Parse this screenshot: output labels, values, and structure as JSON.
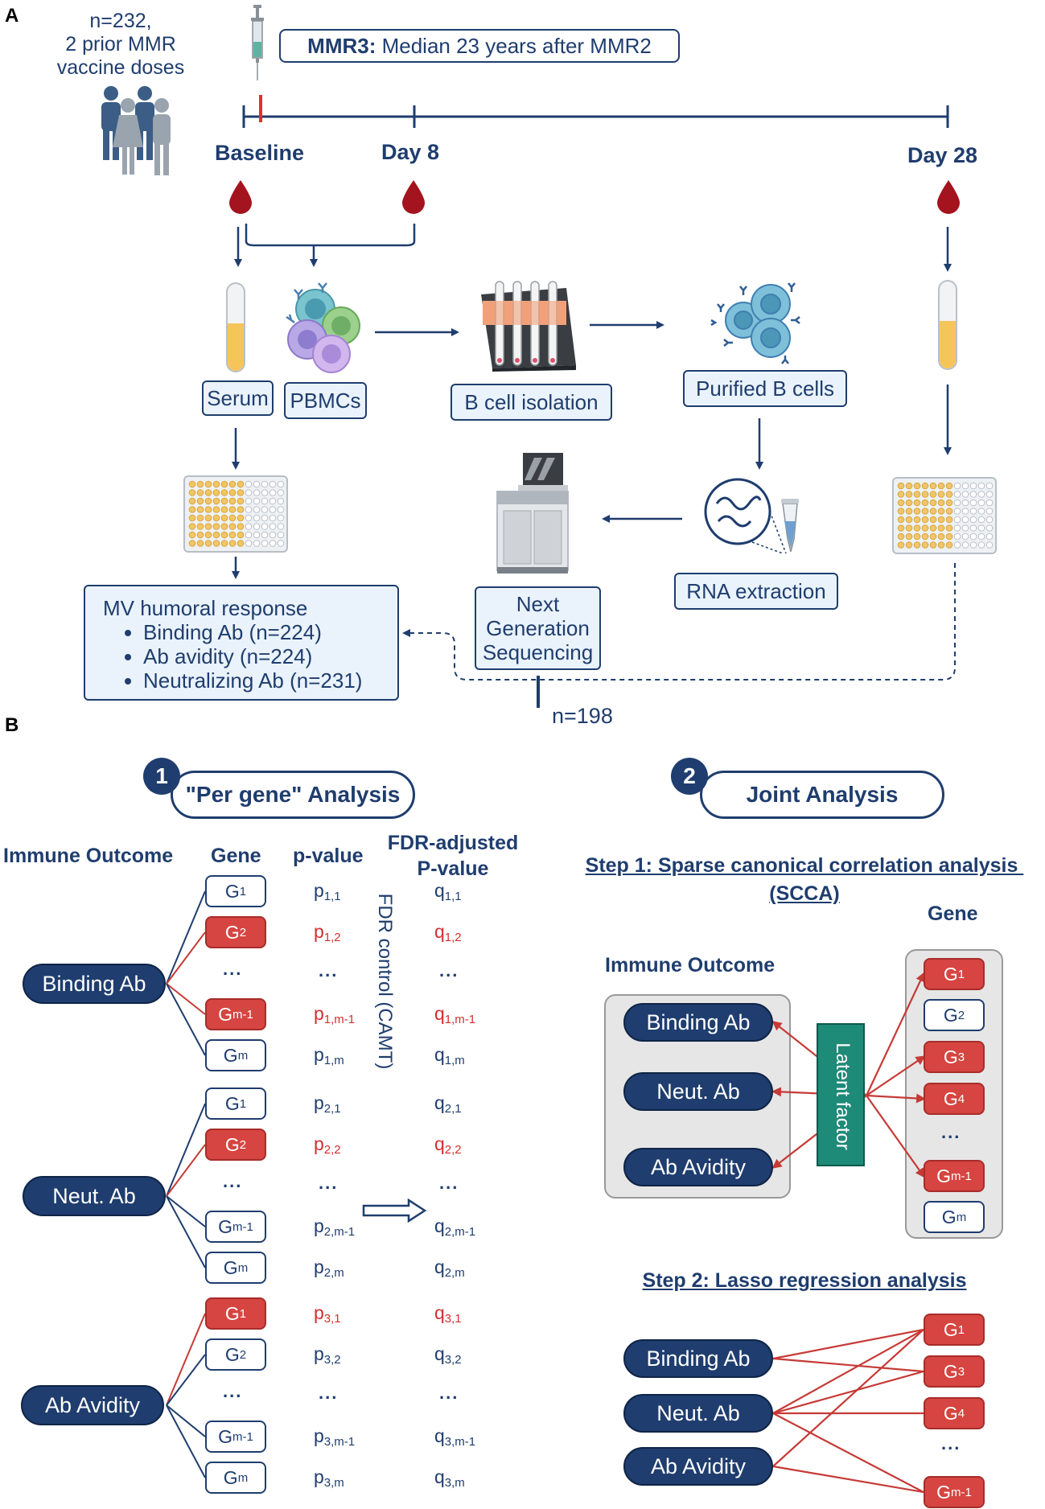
{
  "panels": {
    "a": "A",
    "b": "B"
  },
  "cohort": {
    "line1": "n=232,",
    "line2": "2 prior MMR",
    "line3": "vaccine doses"
  },
  "mmr3": {
    "bold": "MMR3:",
    "rest": " Median 23 years after MMR2"
  },
  "timeline": {
    "baseline": "Baseline",
    "day8": "Day 8",
    "day28": "Day 28"
  },
  "samples": {
    "serum": "Serum",
    "pbmcs": "PBMCs",
    "bcell_isolation": "B cell isolation",
    "purified_b": "Purified B cells",
    "rna_extraction": "RNA extraction",
    "ngs_1": "Next",
    "ngs_2": "Generation",
    "ngs_3": "Sequencing"
  },
  "mv_response": {
    "title": "MV humoral response",
    "items": [
      "Binding Ab (n=224)",
      "Ab avidity (n=224)",
      "Neutralizing Ab (n=231)"
    ]
  },
  "n198": "n=198",
  "analysis1": {
    "num": "1",
    "title": "\"Per gene\" Analysis"
  },
  "analysis2": {
    "num": "2",
    "title": "Joint Analysis"
  },
  "per_gene_headers": {
    "outcome": "Immune Outcome",
    "gene": "Gene",
    "pvalue": "p-value",
    "fdr1": "FDR-adjusted",
    "fdr2": "P-value"
  },
  "fdr_control": "FDR control (CAMT)",
  "outcomes": [
    "Binding Ab",
    "Neut. Ab",
    "Ab Avidity"
  ],
  "dots": "...",
  "gene_groups": [
    {
      "genes": [
        [
          "G",
          "1",
          false
        ],
        [
          "G",
          "2",
          true
        ],
        [
          "…",
          "",
          false
        ],
        [
          "G",
          "m-1",
          true
        ],
        [
          "G",
          "m",
          false
        ]
      ],
      "p": [
        [
          "p",
          "1,1",
          false
        ],
        [
          "p",
          "1,2",
          true
        ],
        [
          "…",
          "",
          false
        ],
        [
          "p",
          "1,m-1",
          true
        ],
        [
          "p",
          "1,m",
          false
        ]
      ],
      "q": [
        [
          "q",
          "1,1",
          false
        ],
        [
          "q",
          "1,2",
          true
        ],
        [
          "…",
          "",
          false
        ],
        [
          "q",
          "1,m-1",
          true
        ],
        [
          "q",
          "1,m",
          false
        ]
      ]
    },
    {
      "genes": [
        [
          "G",
          "1",
          false
        ],
        [
          "G",
          "2",
          true
        ],
        [
          "…",
          "",
          false
        ],
        [
          "G",
          "m-1",
          false
        ],
        [
          "G",
          "m",
          false
        ]
      ],
      "p": [
        [
          "p",
          "2,1",
          false
        ],
        [
          "p",
          "2,2",
          true
        ],
        [
          "…",
          "",
          false
        ],
        [
          "p",
          "2,m-1",
          false
        ],
        [
          "p",
          "2,m",
          false
        ]
      ],
      "q": [
        [
          "q",
          "2,1",
          false
        ],
        [
          "q",
          "2,2",
          true
        ],
        [
          "…",
          "",
          false
        ],
        [
          "q",
          "2,m-1",
          false
        ],
        [
          "q",
          "2,m",
          false
        ]
      ]
    },
    {
      "genes": [
        [
          "G",
          "1",
          true
        ],
        [
          "G",
          "2",
          false
        ],
        [
          "…",
          "",
          false
        ],
        [
          "G",
          "m-1",
          false
        ],
        [
          "G",
          "m",
          false
        ]
      ],
      "p": [
        [
          "p",
          "3,1",
          true
        ],
        [
          "p",
          "3,2",
          false
        ],
        [
          "…",
          "",
          false
        ],
        [
          "p",
          "3,m-1",
          false
        ],
        [
          "p",
          "3,m",
          false
        ]
      ],
      "q": [
        [
          "q",
          "3,1",
          true
        ],
        [
          "q",
          "3,2",
          false
        ],
        [
          "…",
          "",
          false
        ],
        [
          "q",
          "3,m-1",
          false
        ],
        [
          "q",
          "3,m",
          false
        ]
      ]
    }
  ],
  "step1": {
    "line1": "Step 1: Sparse canonical correlation analysis ",
    "line2": "(SCCA)",
    "outcome_label": "Immune Outcome",
    "gene_label": "Gene",
    "latent": "Latent factor",
    "genes": [
      [
        "G",
        "1",
        true
      ],
      [
        "G",
        "2",
        false
      ],
      [
        "G",
        "3",
        true
      ],
      [
        "G",
        "4",
        true
      ],
      [
        "…",
        "",
        false
      ],
      [
        "G",
        "m-1",
        true
      ],
      [
        "G",
        "m",
        false
      ]
    ]
  },
  "step2": {
    "title": "Step 2: Lasso regression analysis",
    "genes": [
      [
        "G",
        "1",
        true
      ],
      [
        "G",
        "3",
        true
      ],
      [
        "G",
        "4",
        true
      ],
      [
        "…",
        "",
        false
      ],
      [
        "G",
        "m-1",
        true
      ]
    ]
  },
  "colors": {
    "navy": "#1f3d6e",
    "red": "#d64541",
    "teal": "#1e8a78",
    "light": "#eaf3fb"
  }
}
